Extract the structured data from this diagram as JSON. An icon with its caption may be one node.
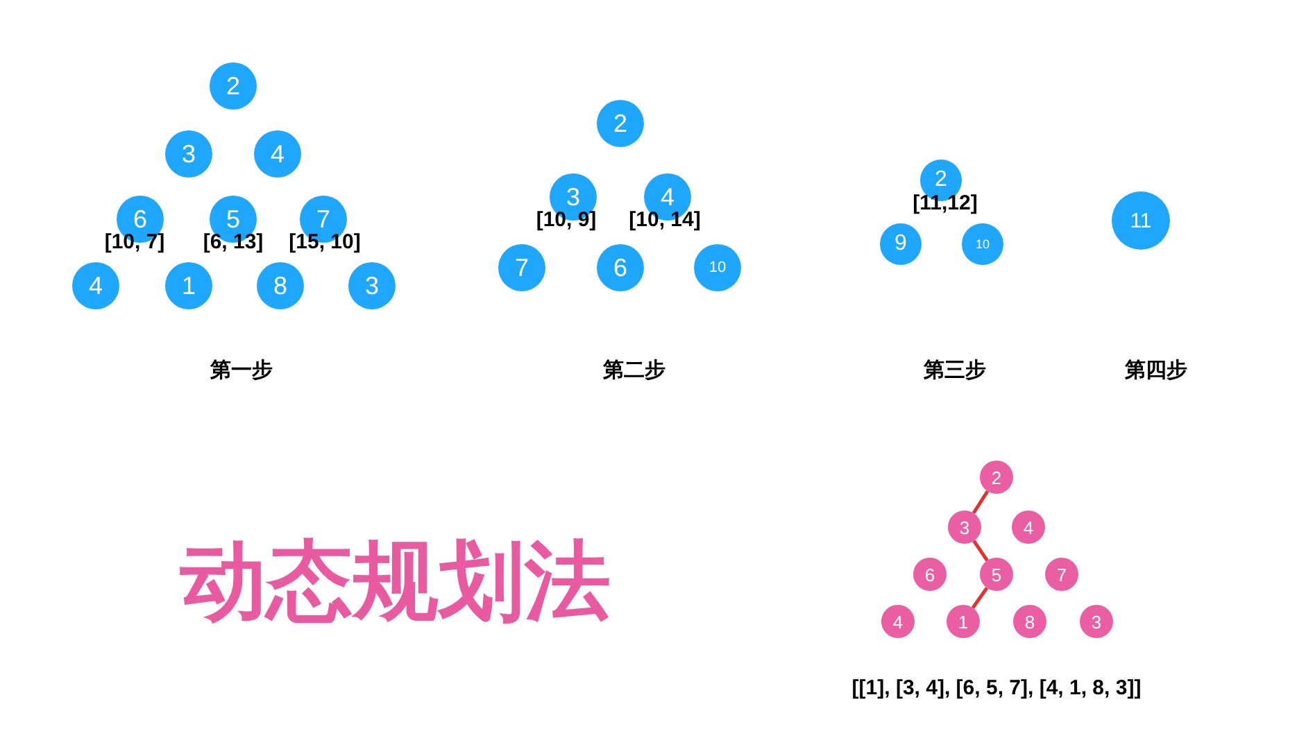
{
  "diagram": {
    "title": "动态规划法",
    "nodes": [
      {
        "text": [
          "2"
        ]
      },
      {
        "text": [
          "3"
        ]
      },
      {
        "text": [
          "4"
        ]
      },
      {
        "text": [
          "6"
        ],
        "beside": [
          "[10, 7]"
        ]
      },
      {
        "text": [
          "5"
        ],
        "beside": [
          "[6, 13]"
        ]
      },
      {
        "text": [
          "7"
        ],
        "beside": [
          "[15, 10]"
        ]
      },
      {
        "text": [
          "4"
        ]
      },
      {
        "text": [
          "1"
        ]
      },
      {
        "text": [
          "8"
        ]
      },
      {
        "text": [
          "3"
        ]
      },
      {
        "text": [
          "2"
        ]
      },
      {
        "text": [
          "3"
        ],
        "beside": [
          "[10, 9]"
        ]
      },
      {
        "text": [
          "4"
        ],
        "beside": [
          "[10, 14]"
        ]
      },
      {
        "text": [
          "7"
        ]
      },
      {
        "text": [
          "6"
        ]
      },
      {
        "text": [
          "10"
        ]
      },
      {
        "text": [
          "2"
        ],
        "beside": [
          "[11,12]"
        ]
      },
      {
        "text": [
          "9"
        ]
      },
      {
        "text": [
          "10"
        ]
      },
      {
        "text": [
          "11"
        ]
      },
      {
        "text": [
          "2"
        ]
      },
      {
        "text": [
          "3"
        ]
      },
      {
        "text": [
          "4"
        ]
      },
      {
        "text": [
          "6"
        ]
      },
      {
        "text": [
          "5"
        ]
      },
      {
        "text": [
          "7"
        ]
      },
      {
        "text": [
          "4"
        ]
      },
      {
        "text": [
          "1"
        ]
      },
      {
        "text": [
          "8"
        ]
      },
      {
        "text": [
          "3"
        ]
      }
    ],
    "edges": [
      {
        "from": 20,
        "to": 21,
        "arrow": "none"
      },
      {
        "from": 21,
        "to": 24,
        "arrow": "none"
      },
      {
        "from": 24,
        "to": 27,
        "arrow": "none"
      }
    ],
    "labels": [
      "第一步",
      "第二步",
      "第三步",
      "第四步",
      "[[1], [3, 4], [6, 5, 7], [4, 1, 8, 3]]"
    ]
  }
}
